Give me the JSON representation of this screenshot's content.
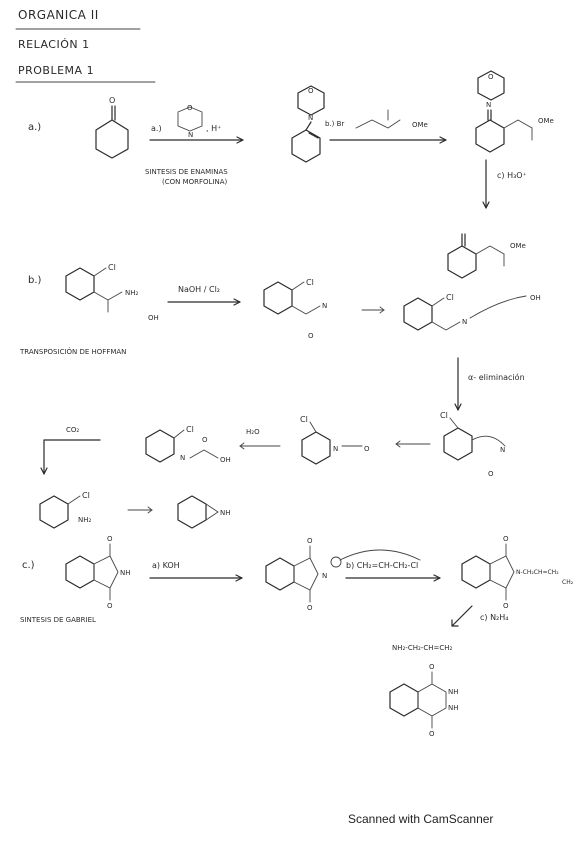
{
  "header": {
    "course": "ORGANICA II",
    "relation": "RELACIÓN 1",
    "problem": "PROBLEMA 1"
  },
  "part_a": {
    "label": "a.)",
    "step1_reagent": "a.)",
    "step1_acid": ", H⁺",
    "step2_reagent": "b.) Br",
    "step2_ester": "OMe",
    "product1_ester": "OMe",
    "step3_reagent": "c) H₃O⁺",
    "caption_line1": "SINTESIS DE ENAMINAS",
    "caption_line2": "(CON MORFOLINA)",
    "final_ester": "OMe"
  },
  "part_b": {
    "label": "b.)",
    "reagent": "NaOH / Cl₂",
    "caption": "TRANSPOSICIÓN DE HOFFMAN",
    "elimination_label": "α- eliminación",
    "co2_label": "CO₂",
    "h2o_label": "H₂O",
    "atoms": {
      "cl": "Cl",
      "nh2": "NH₂",
      "nh": "NH",
      "oh": "OH",
      "n": "N",
      "o": "O",
      "h": "H"
    }
  },
  "part_c": {
    "label": "c.)",
    "reagent1": "a) KOH",
    "reagent2": "b) CH₂=CH-CH₂-Cl",
    "reagent3": "c) N₂H₄",
    "caption": "SINTESIS DE GABRIEL",
    "byproduct": "NH₂-CH₂-CH=CH₂",
    "allyl_substituent": "N-CH₂CH=CH₂",
    "atoms": {
      "nh": "NH",
      "n": "N",
      "o": "O",
      "ch2": "CH₂"
    }
  },
  "footer": {
    "scanner_text": "Scanned with CamScanner"
  }
}
